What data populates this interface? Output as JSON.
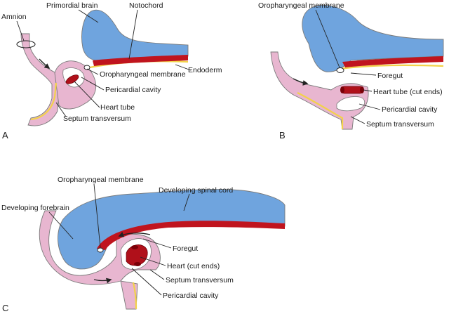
{
  "colors": {
    "neural": "#6fa4de",
    "ectoderm": "#e8b6d0",
    "notochord": "#c0141e",
    "heart": "#b0101a",
    "endoderm": "#f2d24a",
    "cavity": "#ffffff"
  },
  "panel_a": {
    "panel_label": "A",
    "labels": {
      "amnion": "Amnion",
      "primordial_brain": "Primordial brain",
      "notochord": "Notochord",
      "endoderm": "Endoderm",
      "oropharyngeal_membrane": "Oropharyngeal membrane",
      "pericardial_cavity": "Pericardial cavity",
      "heart_tube": "Heart tube",
      "septum_transversum": "Septum transversum"
    }
  },
  "panel_b": {
    "panel_label": "B",
    "labels": {
      "oropharyngeal_membrane": "Oropharyngeal membrane",
      "foregut": "Foregut",
      "heart_tube_cut_ends": "Heart tube (cut ends)",
      "pericardial_cavity": "Pericardial cavity",
      "septum_transversum": "Septum transversum"
    }
  },
  "panel_c": {
    "panel_label": "C",
    "labels": {
      "oropharyngeal_membrane": "Oropharyngeal membrane",
      "developing_spinal_cord": "Developing spinal cord",
      "developing_forebrain": "Developing forebrain",
      "foregut": "Foregut",
      "heart_cut_ends": "Heart (cut ends)",
      "septum_transversum": "Septum transversum",
      "pericardial_cavity": "Pericardial cavity"
    }
  }
}
